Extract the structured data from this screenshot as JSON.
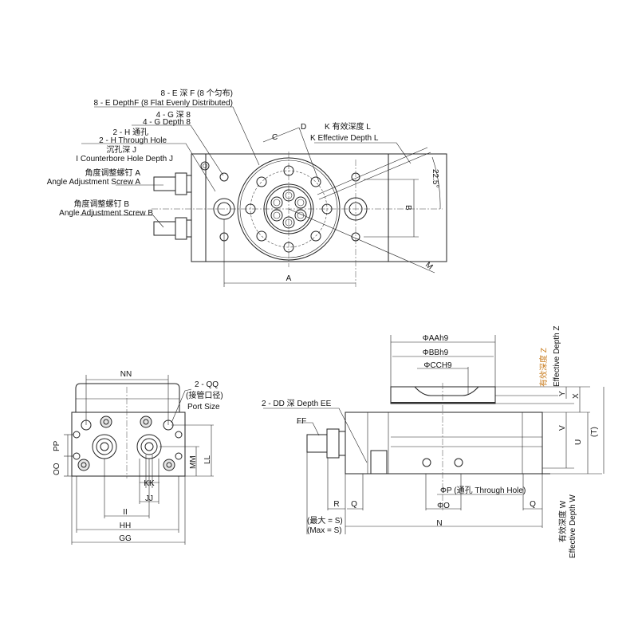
{
  "top_view": {
    "e_cn": "8 - E 深 F (8 个匀布)",
    "e_en": "8 - E DepthF (8 Flat Evenly Distributed)",
    "g_cn": "4 - G 深 8",
    "g_en": "4 - G Depth 8",
    "h_cn": "2 - H 通孔",
    "h_en": "2 - H Through Hole",
    "j_cn": "沉孔深 J",
    "j_en": "I Counterbore Hole Depth J",
    "sa_cn": "角度调整螺钉 A",
    "sa_en": "Angle Adjustment Screw A",
    "sb_cn": "角度调整螺钉 B",
    "sb_en": "Angle Adjustment Screw B",
    "k_cn": "K 有效深度 L",
    "k_en": "K Effective Depth L",
    "c": "C",
    "d": "D",
    "angle": "22.5°",
    "b": "B",
    "a": "A",
    "m": "M"
  },
  "end_view": {
    "nn": "NN",
    "qq": "2 - QQ",
    "qq_cn": "(接管口径)",
    "qq_en": "Port Size",
    "pp": "PP",
    "oo": "OO",
    "mm": "MM",
    "ll": "LL",
    "kk": "KK",
    "jj": "JJ",
    "ii": "II",
    "hh": "HH",
    "gg": "GG"
  },
  "side_view": {
    "aa": "ΦAAh9",
    "bb": "ΦBBh9",
    "cc": "ΦCCH9",
    "dd": "2 - DD 深 Depth EE",
    "ff": "FF",
    "r": "R",
    "q1": "Q",
    "q2": "Q",
    "p": "ΦP (通孔 Through Hole)",
    "o": "ΦO",
    "n": "N",
    "s_cn": "(最大 = S)",
    "s_en": "(Max = S)",
    "y": "Y",
    "x": "X",
    "v": "V",
    "u": "U",
    "t": "(T)",
    "z_cn": "有效深度 Z",
    "z_en": "Effective Depth Z",
    "w_cn": "有效深度 W",
    "w_en": "Effective Depth W"
  }
}
